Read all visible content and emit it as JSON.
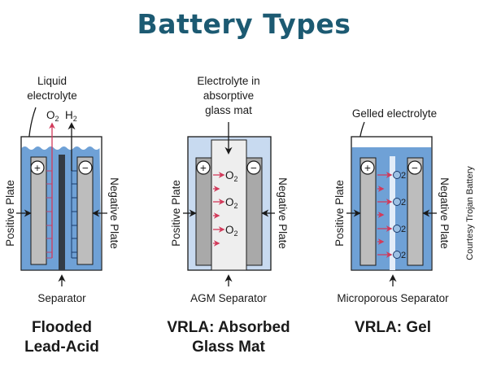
{
  "title": "Battery Types",
  "credit": "Courtesy Trojan Battery",
  "colors": {
    "title": "#1c5a72",
    "electrolyte_liquid": "#6fa1d6",
    "electrolyte_agm": "#c8daf0",
    "mat": "#eeeeee",
    "plate": "#bdbdbd",
    "separator_flooded": "#333b44",
    "oxygen_arrow": "#d23a5a"
  },
  "panels": [
    {
      "id": "flooded",
      "top_label_lines": [
        "Liquid",
        "electrolyte"
      ],
      "gas_labels": {
        "o2": "O",
        "o2_sub": "2",
        "h2": "H",
        "h2_sub": "2"
      },
      "positive_symbol": "+",
      "negative_symbol": "−",
      "left_label": "Positive Plate",
      "right_label": "Negative Plate",
      "bottom_label": "Separator",
      "name_lines": [
        "Flooded",
        "Lead-Acid"
      ]
    },
    {
      "id": "agm",
      "top_label_lines": [
        "Electrolyte in",
        "absorptive",
        "glass mat"
      ],
      "oxygen_label": "O",
      "oxygen_sub": "2",
      "positive_symbol": "+",
      "negative_symbol": "−",
      "left_label": "Positive Plate",
      "right_label": "Negative Plate",
      "bottom_label": "AGM Separator",
      "name_lines": [
        "VRLA: Absorbed",
        "Glass Mat"
      ]
    },
    {
      "id": "gel",
      "top_label_lines": [
        "Gelled electrolyte"
      ],
      "oxygen_label": "O",
      "oxygen_sub": "2",
      "positive_symbol": "+",
      "negative_symbol": "−",
      "left_label": "Positive Plate",
      "right_label": "Negative Plate",
      "bottom_label": "Microporous Separator",
      "name_lines": [
        "VRLA: Gel"
      ]
    }
  ]
}
